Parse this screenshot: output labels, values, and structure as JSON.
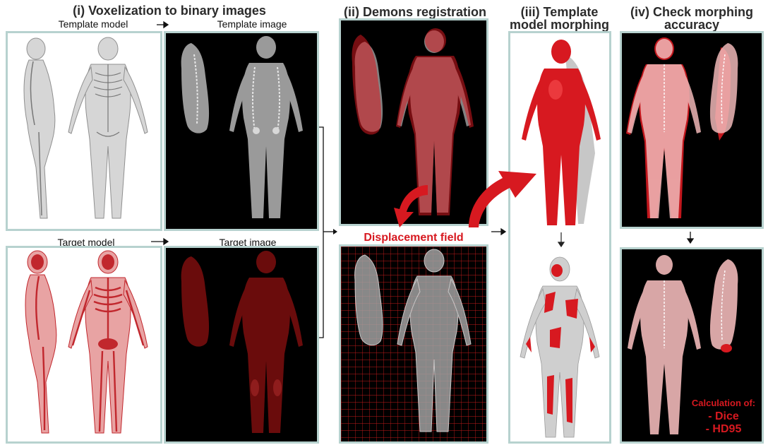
{
  "steps": {
    "voxelization_title": "(i) Voxelization to binary images",
    "demons_title": "(ii) Demons registration",
    "morphing_title_line1": "(iii) Template",
    "morphing_title_line2": "model morphing",
    "accuracy_title_line1": "(iv) Check morphing",
    "accuracy_title_line2": "accuracy"
  },
  "labels": {
    "template_model": "Template model",
    "template_image": "Template image",
    "target_model": "Target model",
    "target_image": "Target image",
    "displacement_field": "Displacement field"
  },
  "metrics": {
    "heading": "Calculation of:",
    "dice": "- Dice",
    "hd95": "- HD95"
  },
  "colors": {
    "frame": "#b7d2cf",
    "accent_red": "#d71920",
    "bone_grey": "#cfcfcf",
    "image_black": "#000000"
  }
}
